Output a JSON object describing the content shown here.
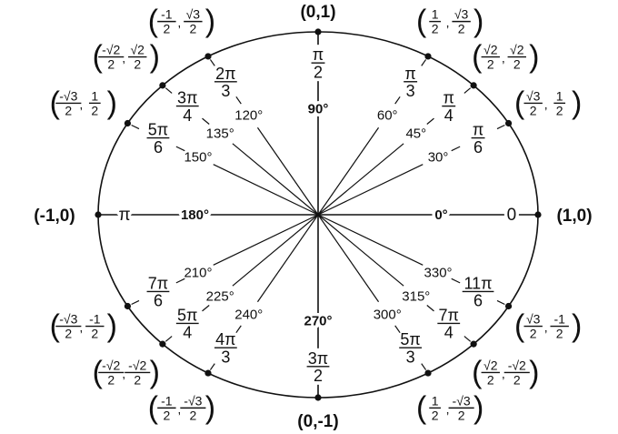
{
  "colors": {
    "ink": "#111111",
    "background": "#ffffff"
  },
  "axes": [
    {
      "deg": "0°",
      "rad": "0",
      "coord": "(1,0)",
      "angle": 0
    },
    {
      "deg": "90°",
      "rad_num": "π",
      "rad_den": "2",
      "coord": "(0,1)",
      "angle": 90
    },
    {
      "deg": "180°",
      "rad": "π",
      "coord": "(-1,0)",
      "angle": 180
    },
    {
      "deg": "270°",
      "rad_num": "3π",
      "rad_den": "2",
      "coord": "(0,-1)",
      "angle": 270
    }
  ],
  "angles": [
    {
      "deg": "30°",
      "rad_num": "π",
      "rad_den": "6",
      "x_num": "√3",
      "x_den": "2",
      "y_num": "1",
      "y_den": "2"
    },
    {
      "deg": "45°",
      "rad_num": "π",
      "rad_den": "4",
      "x_num": "√2",
      "x_den": "2",
      "y_num": "√2",
      "y_den": "2"
    },
    {
      "deg": "60°",
      "rad_num": "π",
      "rad_den": "3",
      "x_num": "1",
      "x_den": "2",
      "y_num": "√3",
      "y_den": "2"
    },
    {
      "deg": "120°",
      "rad_num": "2π",
      "rad_den": "3",
      "x_num": "-1",
      "x_den": "2",
      "y_num": "√3",
      "y_den": "2"
    },
    {
      "deg": "135°",
      "rad_num": "3π",
      "rad_den": "4",
      "x_num": "-√2",
      "x_den": "2",
      "y_num": "√2",
      "y_den": "2"
    },
    {
      "deg": "150°",
      "rad_num": "5π",
      "rad_den": "6",
      "x_num": "-√3",
      "x_den": "2",
      "y_num": "1",
      "y_den": "2"
    },
    {
      "deg": "210°",
      "rad_num": "7π",
      "rad_den": "6",
      "x_num": "-√3",
      "x_den": "2",
      "y_num": "-1",
      "y_den": "2"
    },
    {
      "deg": "225°",
      "rad_num": "5π",
      "rad_den": "4",
      "x_num": "-√2",
      "x_den": "2",
      "y_num": "-√2",
      "y_den": "2"
    },
    {
      "deg": "240°",
      "rad_num": "4π",
      "rad_den": "3",
      "x_num": "-1",
      "x_den": "2",
      "y_num": "-√3",
      "y_den": "2"
    },
    {
      "deg": "300°",
      "rad_num": "5π",
      "rad_den": "3",
      "x_num": "1",
      "x_den": "2",
      "y_num": "-√3",
      "y_den": "2"
    },
    {
      "deg": "315°",
      "rad_num": "7π",
      "rad_den": "4",
      "x_num": "√2",
      "x_den": "2",
      "y_num": "-√2",
      "y_den": "2"
    },
    {
      "deg": "330°",
      "rad_num": "11π",
      "rad_den": "6",
      "x_num": "√3",
      "x_den": "2",
      "y_num": "-1",
      "y_den": "2"
    }
  ]
}
